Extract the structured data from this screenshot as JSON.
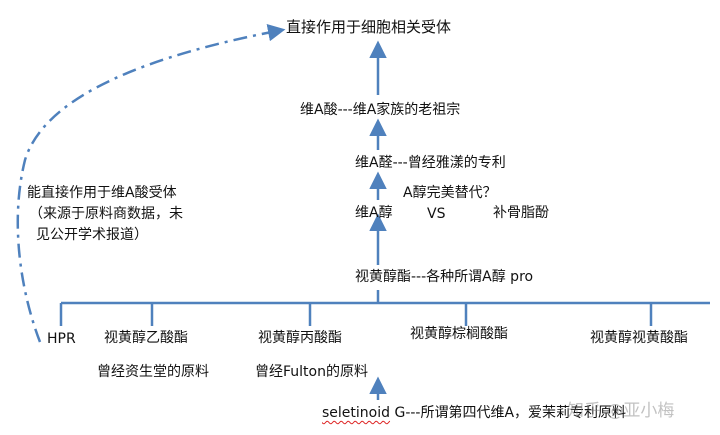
{
  "colors": {
    "line": "#4f81bd"
  },
  "top_target": "直接作用于细胞相关受体",
  "chain": {
    "acid": "维A酸---维A家族的老祖宗",
    "aldehyde": "维A醛---曾经雅漾的专利",
    "question": "A醇完美替代？",
    "retinol": "维A醇",
    "vs": "VS",
    "bakuchiol": "补骨脂酚",
    "esters": "视黄醇酯---各种所谓A醇 pro"
  },
  "side_note": [
    "能直接作用于维A酸受体",
    "（来源于原料商数据，未",
    "见公开学术报道）"
  ],
  "branches": {
    "hpr": "HPR",
    "acetate": "视黄醇乙酸酯",
    "propionate": "视黄醇丙酸酯",
    "palmitate": "视黄醇棕榈酸酯",
    "retinoate": "视黄醇视黄酸酯"
  },
  "sub_notes": {
    "acetate": "曾经资生堂的原料",
    "propionate": "曾经Fulton的原料"
  },
  "seletinoid": {
    "name": "seletinoid",
    "desc": " G---所谓第四代维A，爱茉莉专利原料"
  },
  "watermark": "知乎 @亚小梅"
}
